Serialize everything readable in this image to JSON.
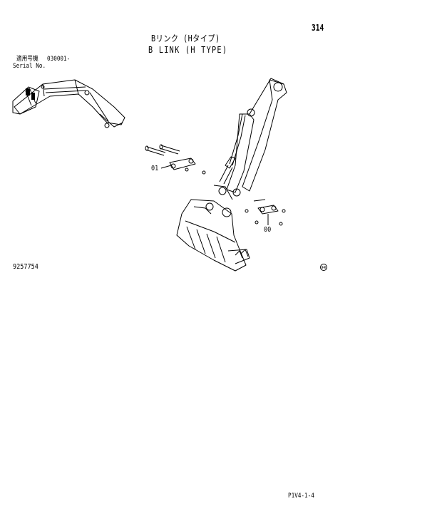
{
  "header": {
    "page_number": "314",
    "title_jp": "Bリンク (Hタイプ)",
    "title_en": "B LINK (H TYPE)"
  },
  "serial": {
    "label_jp": "適用号機",
    "number_range": "030001-",
    "label_en": "Serial No."
  },
  "diagram": {
    "callouts": [
      "01",
      "00"
    ]
  },
  "footer": {
    "document_number": "9257754",
    "page_code": "P1V4-1-4"
  }
}
